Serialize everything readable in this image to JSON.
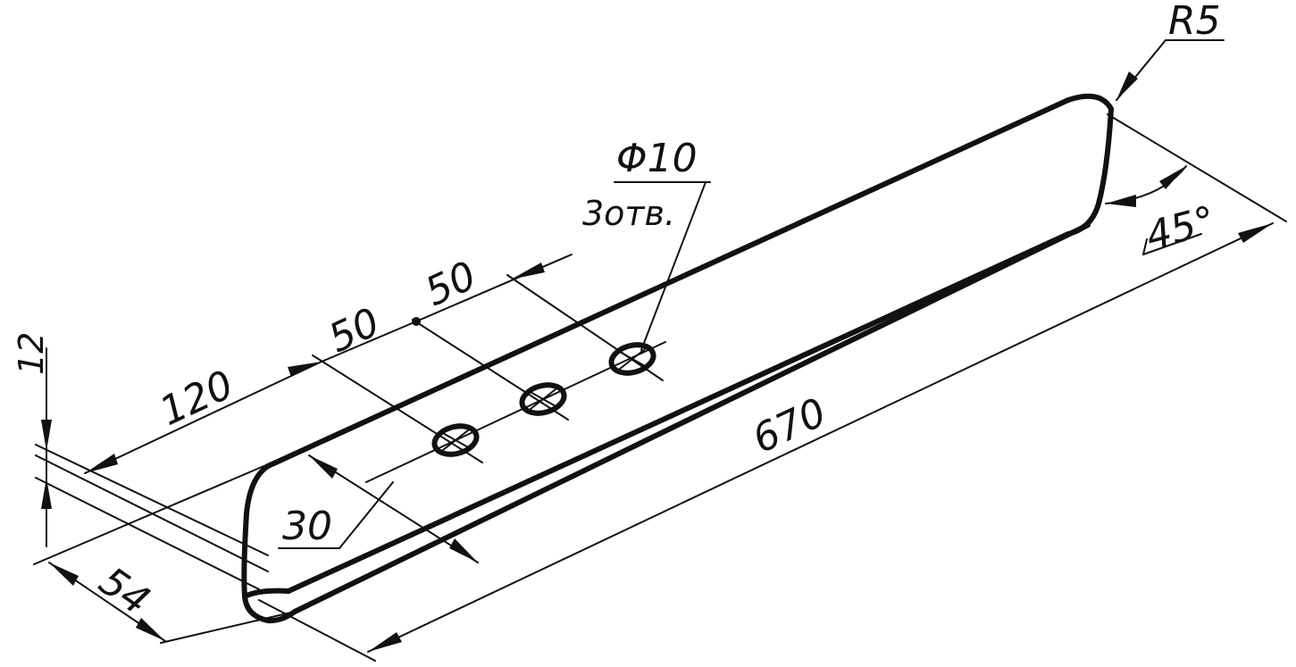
{
  "dimensions": {
    "length_overall": "670",
    "width": "54",
    "height": "12",
    "first_hole_offset": "120",
    "hole_spacing_1": "50",
    "hole_spacing_2": "50",
    "hole_line_offset": "30",
    "corner_radius": "R5",
    "angle": "45°"
  },
  "hole_callout": {
    "diameter": "Φ10",
    "count": "3отв."
  }
}
